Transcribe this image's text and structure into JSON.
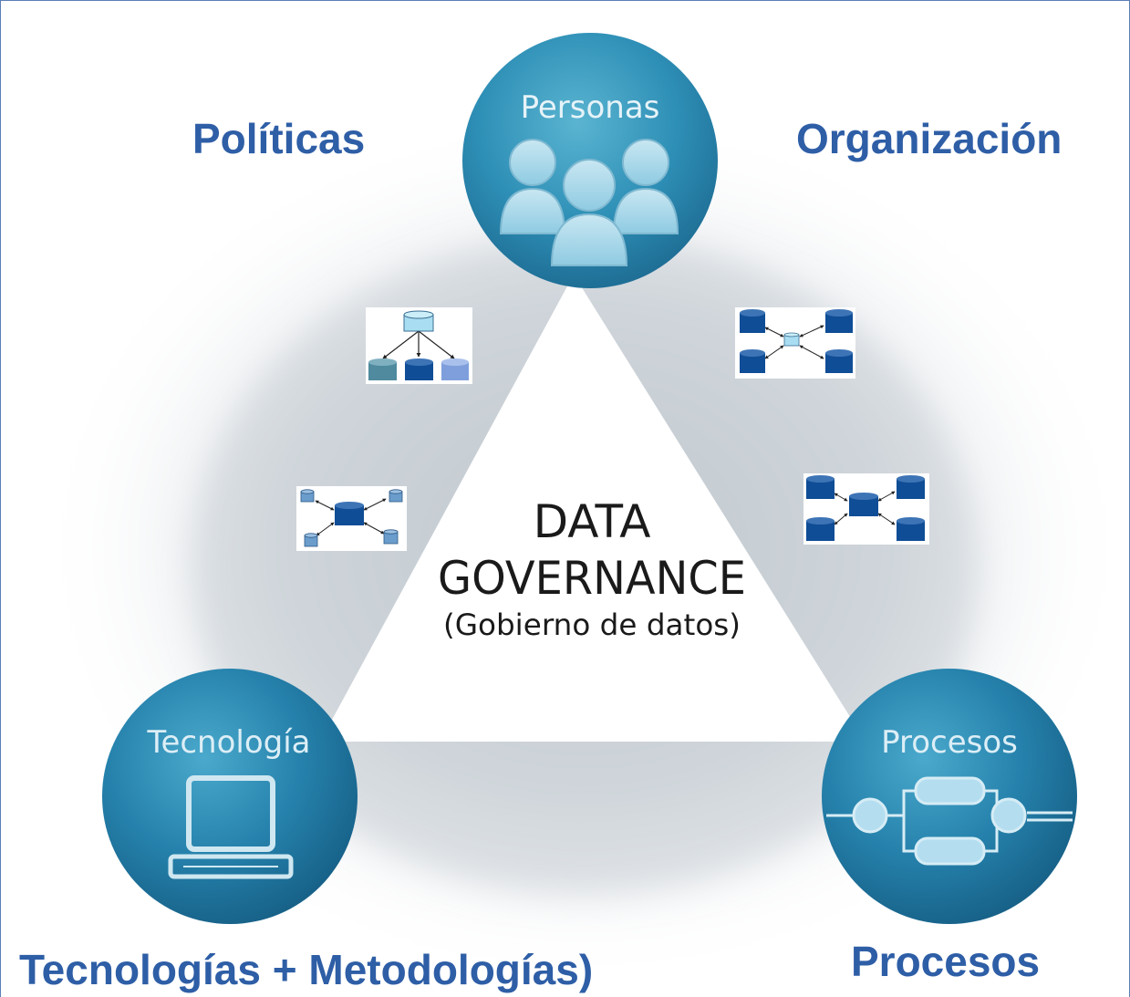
{
  "corners": {
    "top_left": "Políticas",
    "top_right": "Organización",
    "bottom_left": "Tecnologías + Metodologías)",
    "bottom_right": "Procesos"
  },
  "nodes": {
    "top": "Personas",
    "left": "Tecnología",
    "right": "Procesos"
  },
  "center": {
    "line1": "DATA",
    "line2": "GOVERNANCE",
    "line3": "(Gobierno de datos)"
  },
  "colors": {
    "accent_blue": "#2e5ea6",
    "circle_teal": "#2a86ad",
    "db_dark": "#0f4d96",
    "db_light": "#a9ddf2"
  }
}
